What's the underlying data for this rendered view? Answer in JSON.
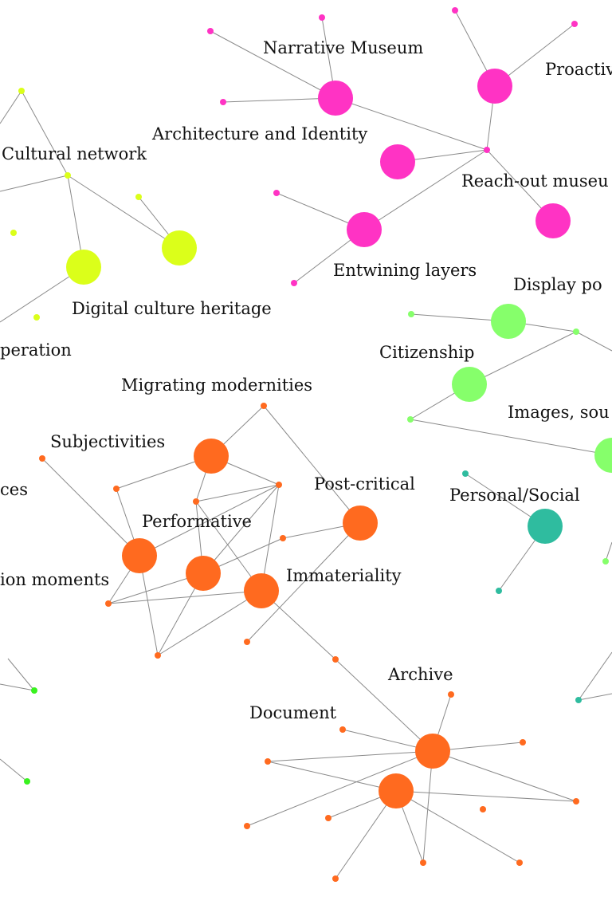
{
  "colors": {
    "magenta": "#ff33c4",
    "lime": "#dbff1a",
    "light_green": "#86ff6b",
    "bright_green": "#39f21f",
    "orange": "#ff6a1f",
    "teal": "#2fbc9f",
    "edge": "#8a8a8a",
    "text": "#111111"
  },
  "clusters": [
    {
      "id": "museum",
      "color": "magenta",
      "nodes": [
        {
          "id": "narrative",
          "label": "Narrative Museum",
          "size": "large"
        },
        {
          "id": "proactive",
          "label": "Proactiv",
          "size": "large"
        },
        {
          "id": "architecture",
          "label": "Architecture and Identity",
          "size": "large"
        },
        {
          "id": "reachout",
          "label": "Reach-out museu",
          "size": "large"
        },
        {
          "id": "entwining",
          "label": "Entwining layers",
          "size": "large"
        },
        {
          "id": "m_hub",
          "label": "",
          "size": "small"
        },
        {
          "id": "m_s1",
          "label": "",
          "size": "small"
        },
        {
          "id": "m_s2",
          "label": "",
          "size": "small"
        },
        {
          "id": "m_s3",
          "label": "",
          "size": "small"
        },
        {
          "id": "m_s4",
          "label": "",
          "size": "small"
        },
        {
          "id": "m_s5",
          "label": "",
          "size": "small"
        },
        {
          "id": "m_s6",
          "label": "",
          "size": "small"
        },
        {
          "id": "m_s7",
          "label": "",
          "size": "small"
        }
      ]
    },
    {
      "id": "culture",
      "color": "lime",
      "nodes": [
        {
          "id": "cultural_network",
          "label": "Cultural network",
          "size": "label-only"
        },
        {
          "id": "digital_culture",
          "label": "Digital culture heritage",
          "size": "large"
        },
        {
          "id": "lime_big2",
          "label": "",
          "size": "large"
        },
        {
          "id": "cooperation",
          "label": "peration",
          "size": "label-only"
        },
        {
          "id": "l_hub",
          "label": "",
          "size": "small"
        },
        {
          "id": "l_s1",
          "label": "",
          "size": "small"
        },
        {
          "id": "l_s2",
          "label": "",
          "size": "small"
        },
        {
          "id": "l_s3",
          "label": "",
          "size": "small"
        },
        {
          "id": "l_s4",
          "label": "",
          "size": "small"
        }
      ]
    },
    {
      "id": "citizen",
      "color": "light_green",
      "nodes": [
        {
          "id": "display",
          "label": "Display po",
          "size": "large"
        },
        {
          "id": "citizenship",
          "label": "Citizenship",
          "size": "large"
        },
        {
          "id": "images",
          "label": "Images, sou",
          "size": "large"
        },
        {
          "id": "g_hub1",
          "label": "",
          "size": "small"
        },
        {
          "id": "g_s1",
          "label": "",
          "size": "small"
        },
        {
          "id": "g_s2",
          "label": "",
          "size": "small"
        },
        {
          "id": "g_s3",
          "label": "",
          "size": "small"
        }
      ]
    },
    {
      "id": "personal",
      "color": "teal",
      "nodes": [
        {
          "id": "personal_social",
          "label": "Personal/Social",
          "size": "large"
        },
        {
          "id": "t_s1",
          "label": "",
          "size": "small"
        },
        {
          "id": "t_s2",
          "label": "",
          "size": "small"
        },
        {
          "id": "t_s3",
          "label": "",
          "size": "small"
        }
      ]
    },
    {
      "id": "modernities",
      "color": "orange",
      "nodes": [
        {
          "id": "migrating",
          "label": "Migrating modernities",
          "size": "large"
        },
        {
          "id": "subjectivities",
          "label": "Subjectivities",
          "size": "large"
        },
        {
          "id": "performative",
          "label": "Performative",
          "size": "large"
        },
        {
          "id": "postcritical",
          "label": "Post-critical",
          "size": "large"
        },
        {
          "id": "immateriality",
          "label": "Immateriality",
          "size": "large"
        },
        {
          "id": "ces",
          "label": "ces",
          "size": "label-only"
        },
        {
          "id": "moments",
          "label": "ion moments",
          "size": "label-only"
        },
        {
          "id": "archive",
          "label": "Archive",
          "size": "large"
        },
        {
          "id": "document",
          "label": "Document",
          "size": "large"
        }
      ]
    },
    {
      "id": "bright",
      "color": "bright_green",
      "nodes": [
        {
          "id": "b_s1",
          "label": "",
          "size": "small"
        },
        {
          "id": "b_s2",
          "label": "",
          "size": "small"
        }
      ]
    }
  ]
}
